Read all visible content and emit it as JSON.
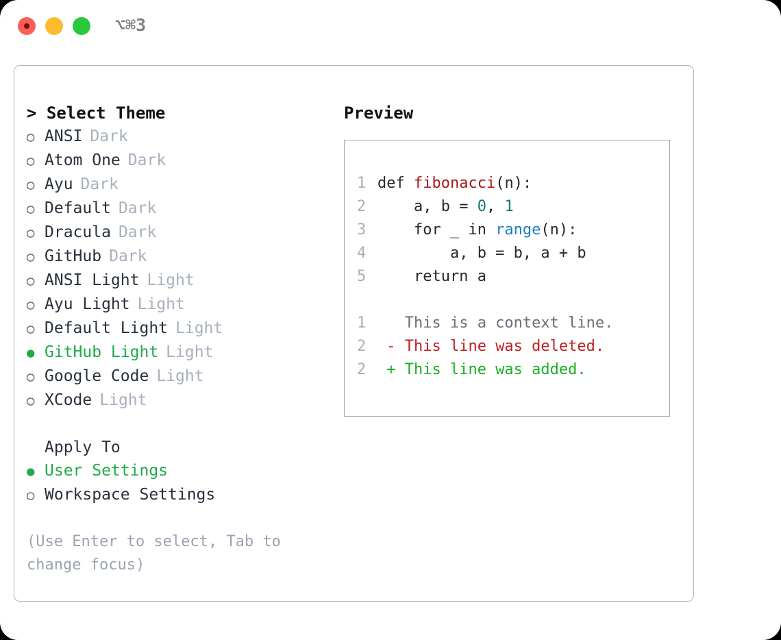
{
  "titlebar": {
    "shortcut": "⌥⌘3",
    "buttons": [
      {
        "name": "close",
        "color": "#fb6058"
      },
      {
        "name": "minimize",
        "color": "#fdbc2f"
      },
      {
        "name": "maximize",
        "color": "#28c83f"
      }
    ]
  },
  "theme_picker": {
    "header": "> Select Theme",
    "marker_selected": "●",
    "marker_unselected": "○",
    "items": [
      {
        "label": "ANSI",
        "variant": "Dark",
        "selected": false
      },
      {
        "label": "Atom One",
        "variant": "Dark",
        "selected": false
      },
      {
        "label": "Ayu",
        "variant": "Dark",
        "selected": false
      },
      {
        "label": "Default",
        "variant": "Dark",
        "selected": false
      },
      {
        "label": "Dracula",
        "variant": "Dark",
        "selected": false
      },
      {
        "label": "GitHub",
        "variant": "Dark",
        "selected": false
      },
      {
        "label": "ANSI Light",
        "variant": "Light",
        "selected": false
      },
      {
        "label": "Ayu Light",
        "variant": "Light",
        "selected": false
      },
      {
        "label": "Default Light",
        "variant": "Light",
        "selected": false
      },
      {
        "label": "GitHub Light",
        "variant": "Light",
        "selected": true
      },
      {
        "label": "Google Code",
        "variant": "Light",
        "selected": false
      },
      {
        "label": "XCode",
        "variant": "Light",
        "selected": false
      }
    ]
  },
  "apply_to": {
    "header": "Apply To",
    "options": [
      {
        "label": "User Settings",
        "selected": true
      },
      {
        "label": "Workspace Settings",
        "selected": false
      }
    ]
  },
  "hint": "(Use Enter to select, Tab to change focus)",
  "preview": {
    "title": "Preview",
    "code_lines": [
      {
        "number": "1",
        "tokens": [
          {
            "text": "def ",
            "kind": "plain"
          },
          {
            "text": "fibonacci",
            "kind": "fn"
          },
          {
            "text": "(n):",
            "kind": "plain"
          }
        ]
      },
      {
        "number": "2",
        "tokens": [
          {
            "text": "    a, b = ",
            "kind": "plain"
          },
          {
            "text": "0",
            "kind": "num"
          },
          {
            "text": ", ",
            "kind": "plain"
          },
          {
            "text": "1",
            "kind": "num"
          }
        ]
      },
      {
        "number": "3",
        "tokens": [
          {
            "text": "    for _ in ",
            "kind": "plain"
          },
          {
            "text": "range",
            "kind": "call"
          },
          {
            "text": "(n):",
            "kind": "plain"
          }
        ]
      },
      {
        "number": "4",
        "tokens": [
          {
            "text": "        a, b = b, a + b",
            "kind": "plain"
          }
        ]
      },
      {
        "number": "5",
        "tokens": [
          {
            "text": "    return a",
            "kind": "plain"
          }
        ]
      }
    ],
    "diff_lines": [
      {
        "number": "1",
        "sign": " ",
        "text": "This is a context line.",
        "kind": "ctx"
      },
      {
        "number": "2",
        "sign": "-",
        "text": "This line was deleted.",
        "kind": "del"
      },
      {
        "number": "2",
        "sign": "+",
        "text": "This line was added.",
        "kind": "add"
      }
    ]
  },
  "colors": {
    "accent_green": "#1faa4b",
    "muted": "#a7b0bd",
    "border": "#adb6c4",
    "preview_border": "#9aa5b4",
    "fn": "#a81a1a",
    "num": "#0a7d7d",
    "call": "#1a7fbd",
    "diff_add": "#18b020",
    "diff_del": "#c02020"
  }
}
